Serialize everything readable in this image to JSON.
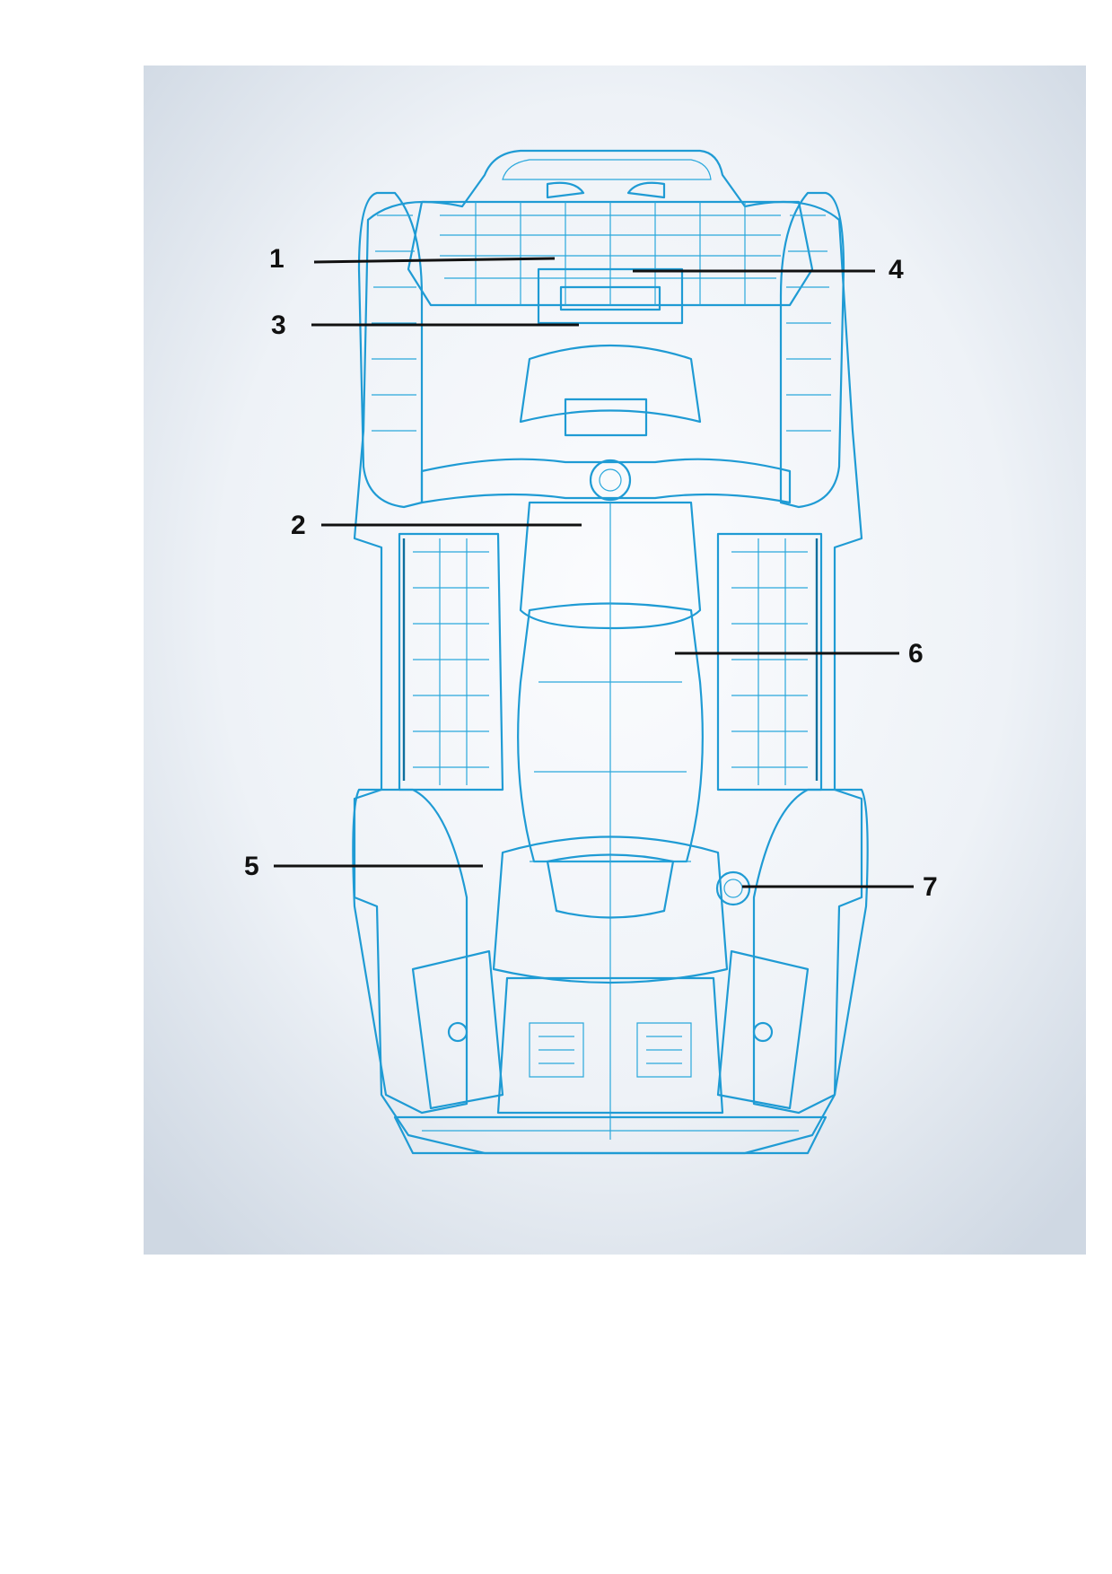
{
  "diagram": {
    "image_name": "atv-top-view-blueprint",
    "callouts": [
      {
        "label": "1"
      },
      {
        "label": "2"
      },
      {
        "label": "3"
      },
      {
        "label": "4"
      },
      {
        "label": "5"
      },
      {
        "label": "6"
      },
      {
        "label": "7"
      }
    ],
    "colors": {
      "outline": "#1f9bd4",
      "outline_dark": "#0e6f9e",
      "background_light": "#f7f9fc",
      "background_dark": "#cfd8e3",
      "callout_text": "#111111"
    }
  }
}
